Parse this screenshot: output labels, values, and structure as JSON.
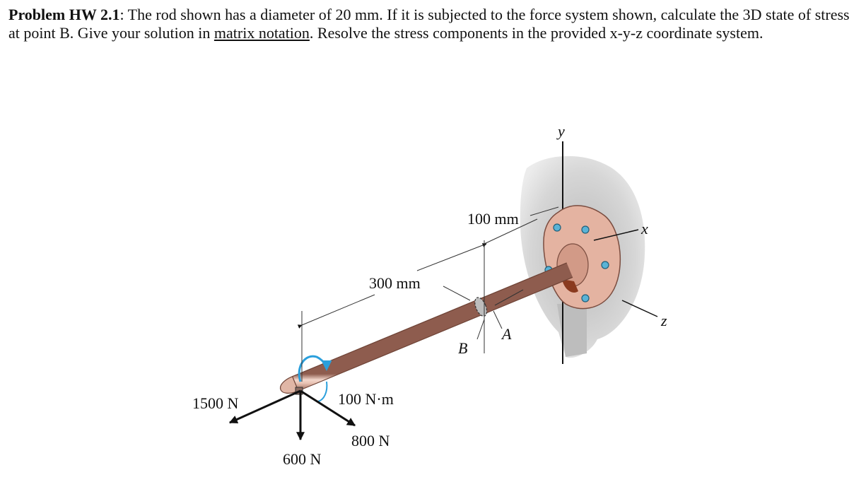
{
  "problem": {
    "id": "Problem HW 2.1",
    "text_1": ": The rod shown has a diameter of 20 mm. If it is subjected to the force system shown, calculate the 3D state of stress at point B. Give your solution in ",
    "link": "matrix notation",
    "text_2": ". Resolve the stress components in the provided x-y-z coordinate system."
  },
  "figure": {
    "dim_300": "300 mm",
    "dim_100": "100 mm",
    "moment": "100 N·m",
    "force_1500": "1500 N",
    "force_600": "600 N",
    "force_800": "800 N",
    "point_b": "B",
    "point_a": "A",
    "axis_x": "x",
    "axis_y": "y",
    "axis_z": "z",
    "colors": {
      "rod": "#d9a796",
      "rod_dark": "#a8705f",
      "flange": "#e4b3a1",
      "wall": "#cfcfcf",
      "bolt": "#5ab3d6",
      "moment_arrow": "#2a9fdc"
    }
  }
}
